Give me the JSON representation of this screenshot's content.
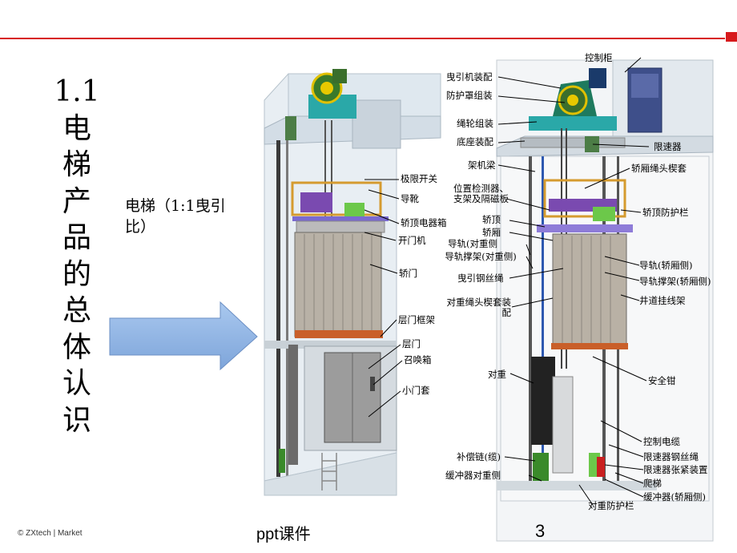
{
  "slide": {
    "title_chars": [
      "1.1",
      "电",
      "梯",
      "产",
      "品",
      "的",
      "总",
      "体",
      "认",
      "识"
    ],
    "subtitle_line1": "电梯（1:1曳引",
    "subtitle_line2": "比）",
    "footer_left": "© ZXtech | Market",
    "footer_center": "ppt课件",
    "page_number": "3",
    "accent_color": "#d7191c",
    "arrow_color": "#8fb4e3"
  },
  "left_diagram": {
    "labels": {
      "limit_switch": "极限开关",
      "guide_shoe": "导靴",
      "car_top_box": "轿顶电器箱",
      "door_operator": "开门机",
      "car_door": "轿门",
      "landing_frame": "层门框架",
      "landing_door": "层门",
      "call_box": "召唤箱",
      "small_door_jamb": "小门套"
    }
  },
  "right_diagram": {
    "labels": {
      "control_cabinet": "控制柜",
      "traction_machine": "曳引机装配",
      "guard_cover": "防护罩组装",
      "rope_pulley": "绳轮组装",
      "base_assembly": "底座装配",
      "machine_beam": "架机梁",
      "governor": "限速器",
      "rope_hitch_car": "轿厢绳头楔套",
      "position_detector": "位置检测器、支架及隔磁板",
      "car_top_guard": "轿顶防护栏",
      "car_top": "轿顶",
      "car": "轿厢",
      "rail_cwt": "导轨(对重侧",
      "rail_bracket_cwt": "导轨撑架(对重侧)",
      "traction_rope": "曳引钢丝绳",
      "rail_car": "导轨(轿厢侧)",
      "rail_bracket_car": "导轨撑架(轿厢侧)",
      "cable_hanger": "井道挂线架",
      "rope_hitch_cwt": "对重绳头楔套装配",
      "safety_gear": "安全钳",
      "counterweight": "对重",
      "control_cable": "控制电缆",
      "governor_rope": "限速器钢丝绳",
      "governor_tension": "限速器张紧装置",
      "ladder": "爬梯",
      "compensation_chain": "补偿链(缆)",
      "buffer_cwt": "缓冲器对重侧",
      "buffer_car": "缓冲器(轿厢侧)",
      "cwt_guard": "对重防护栏"
    }
  }
}
